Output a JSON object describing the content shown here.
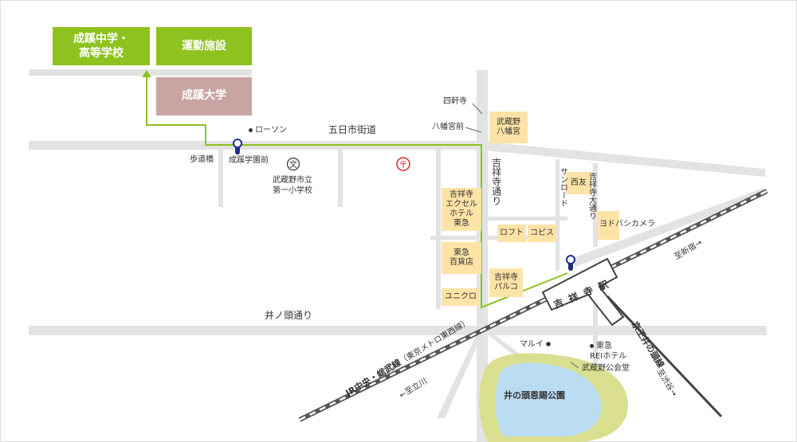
{
  "colors": {
    "road": "#e3e3e3",
    "building": "#fde3a6",
    "green_accent": "#8dc21f",
    "university_box": "#c8a5a2",
    "park_green": "#d9df8f",
    "pond_blue": "#b9dcf1",
    "rail_dark": "#666666"
  },
  "destinations": {
    "seikei_school": "成蹊中学・\n高等学校",
    "sports": "運動施設",
    "university": "成蹊大学"
  },
  "roads": {
    "itsukaichi": "五日市街道",
    "inokashira": "井ノ頭通り",
    "kichijoji_dori": "吉祥寺通り",
    "sun_road": "サンロード",
    "kichijoji_odori": "吉祥寺大通り"
  },
  "bus_stops": {
    "seikei_mae": "成蹊学園前"
  },
  "landmarks": {
    "footbridge": "歩道橋",
    "lawson": "ローソン",
    "school": "武蔵野市立\n第一小学校",
    "shikenji": "四軒寺",
    "hachimangu_mae": "八幡宮前",
    "musashino_hachimangu": "武蔵野\n八幡宮",
    "excel_hotel": "吉祥寺\nエクセル\nホテル\n東急",
    "tokyu_dept": "東急\n百貨店",
    "uniqlo": "ユニクロ",
    "loft": "ロフト",
    "copis": "コピス",
    "seiyu": "西友",
    "yodobashi": "ヨドバシカメラ",
    "parco": "吉祥寺\nパルコ",
    "marui": "マルイ",
    "tokyu_rei": "東急\nREIホテル",
    "kokaido": "武蔵野公会堂",
    "park": "井の頭恩賜公園"
  },
  "station": {
    "name": "吉 祥 寺 駅"
  },
  "railways": {
    "jr": "JR中央・総武線",
    "jr_sub": "（東京メトロ東西線）",
    "keio": "京王井の頭線"
  },
  "directions": {
    "shinjuku": "至新宿→",
    "tachikawa": "←至立川",
    "shibuya": "至渋谷→"
  }
}
